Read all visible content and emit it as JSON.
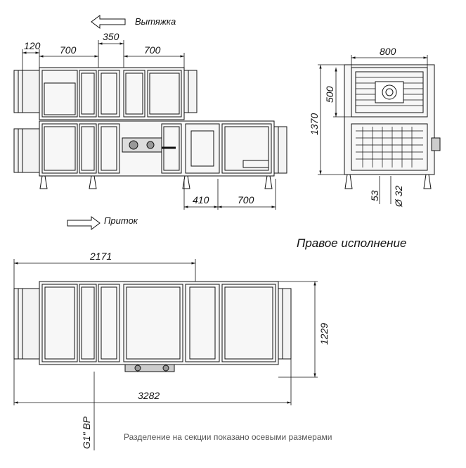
{
  "labels": {
    "exhaust": "Вытяжка",
    "supply": "Приток",
    "right_version": "Правое исполнение",
    "note": "Разделение на секции показано осевыми размерами",
    "pipe_thread": "G1\" ВР"
  },
  "dims": {
    "d120": "120",
    "d700_a": "700",
    "d350": "350",
    "d700_b": "700",
    "d410": "410",
    "d700_c": "700",
    "d800": "800",
    "d500": "500",
    "d1370": "1370",
    "d53": "53",
    "d32": "Ø 32",
    "d2171": "2171",
    "d1229": "1229",
    "d3282": "3282"
  },
  "colors": {
    "line": "#111111",
    "panel": "#f7f7f7",
    "note": "#555555"
  }
}
